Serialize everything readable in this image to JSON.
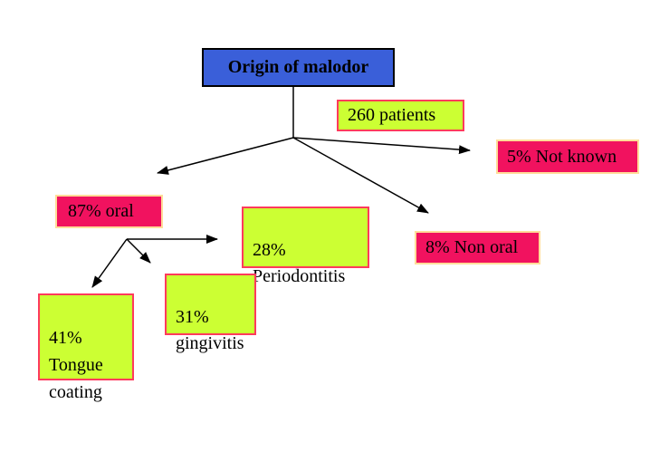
{
  "diagram": {
    "nodes": {
      "origin": {
        "label": "Origin of malodor"
      },
      "patients": {
        "label": "260 patients"
      },
      "not_known": {
        "label": "5% Not known"
      },
      "oral": {
        "label": "87% oral"
      },
      "periodontitis": {
        "label": "28%\nPeriodontitis"
      },
      "non_oral": {
        "label": "8% Non oral"
      },
      "gingivitis": {
        "label": "31%\ngingivitis"
      },
      "tongue_coating": {
        "label": "41%\nTongue\ncoating"
      }
    },
    "colors": {
      "origin_fill": "#3A5FD9",
      "green_fill": "#CCFF33",
      "green_border": "#FF3A5C",
      "pink_fill": "#F1125F",
      "pink_border": "#FFDD99",
      "line": "#000000"
    }
  }
}
